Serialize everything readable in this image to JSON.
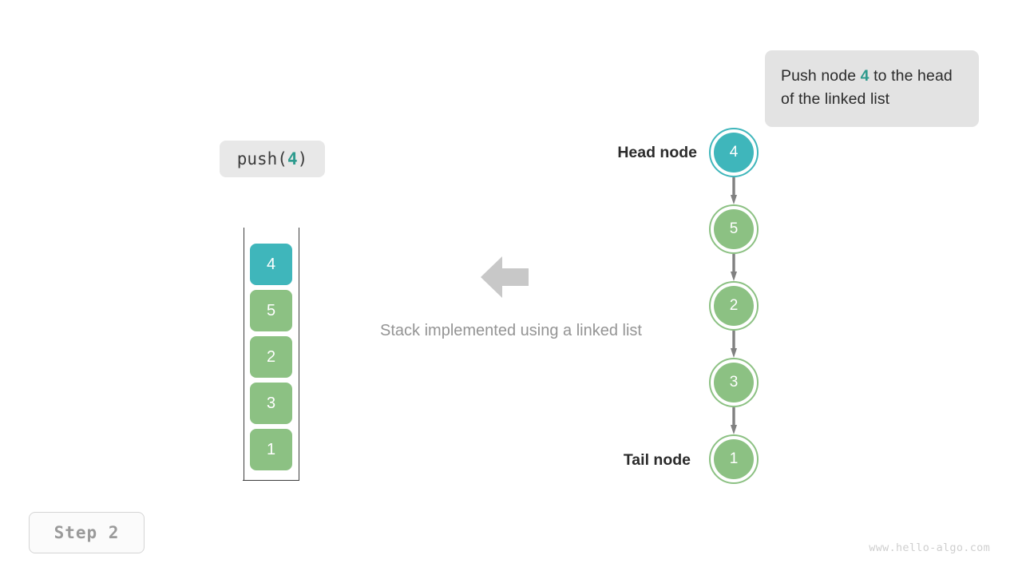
{
  "callout": {
    "name": "push-annotation",
    "text_before": "Push node ",
    "highlight": "4",
    "text_after": " to the head of the linked list"
  },
  "operation_chip": {
    "prefix": "push(",
    "value": "4",
    "suffix": ")"
  },
  "stack": {
    "title": "stack-container",
    "boxes": [
      {
        "value": "4",
        "color": "#3fb6bb",
        "state": "new"
      },
      {
        "value": "5",
        "color": "#8cc183",
        "state": "existing"
      },
      {
        "value": "2",
        "color": "#8cc183",
        "state": "existing"
      },
      {
        "value": "3",
        "color": "#8cc183",
        "state": "existing"
      },
      {
        "value": "1",
        "color": "#8cc183",
        "state": "existing"
      }
    ]
  },
  "caption": {
    "text": "Stack implemented using a linked list"
  },
  "arrow": {
    "direction": "left",
    "color": "#c8c8c8"
  },
  "linked_list": {
    "head_label": "Head node",
    "tail_label": "Tail node",
    "edge_color": "#808080",
    "nodes": [
      {
        "value": "4",
        "color": "#3fb6bb",
        "role": "head"
      },
      {
        "value": "5",
        "color": "#8cc183",
        "role": "middle"
      },
      {
        "value": "2",
        "color": "#8cc183",
        "role": "middle"
      },
      {
        "value": "3",
        "color": "#8cc183",
        "role": "middle"
      },
      {
        "value": "1",
        "color": "#8cc183",
        "role": "tail"
      }
    ]
  },
  "step_badge": {
    "label": "Step 2"
  },
  "watermark": {
    "text": "www.hello-algo.com"
  },
  "colors": {
    "teal": "#3fb6bb",
    "teal_text": "#2e9b8e",
    "green": "#8cc183",
    "gray_arrow": "#c8c8c8",
    "gray_text": "#949494",
    "callout_bg": "#e3e3e3"
  }
}
